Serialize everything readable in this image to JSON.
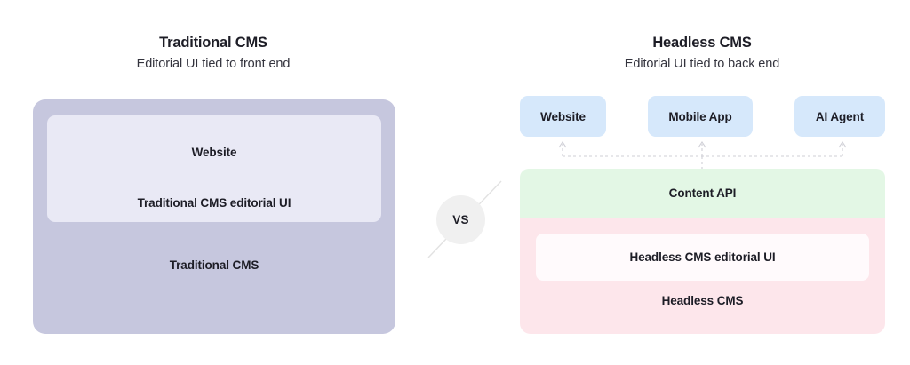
{
  "left_panel": {
    "heading": {
      "title": "Traditional CMS",
      "subtitle": "Editorial UI tied to front end"
    },
    "outer_label": "Traditional CMS",
    "inner": {
      "website_label": "Website",
      "editorial_label": "Traditional CMS editorial UI"
    },
    "colors": {
      "outer": "#c6c7de",
      "inner": "#e9e9f5"
    }
  },
  "divider": {
    "label": "VS",
    "circle_color": "#f0f0f0",
    "line_color": "#e0e0e0"
  },
  "right_panel": {
    "heading": {
      "title": "Headless CMS",
      "subtitle": "Editorial UI tied to back end"
    },
    "clients": [
      {
        "label": "Website"
      },
      {
        "label": "Mobile App"
      },
      {
        "label": "AI Agent"
      }
    ],
    "api_label": "Content API",
    "cms_label": "Headless CMS",
    "cms_inner_label": "Headless CMS editorial UI",
    "colors": {
      "client_chip": "#d6e8fb",
      "api": "#e3f7e5",
      "cms": "#fde6eb",
      "cms_inner": "#fffafc",
      "connector": "#cfcfd6"
    }
  }
}
